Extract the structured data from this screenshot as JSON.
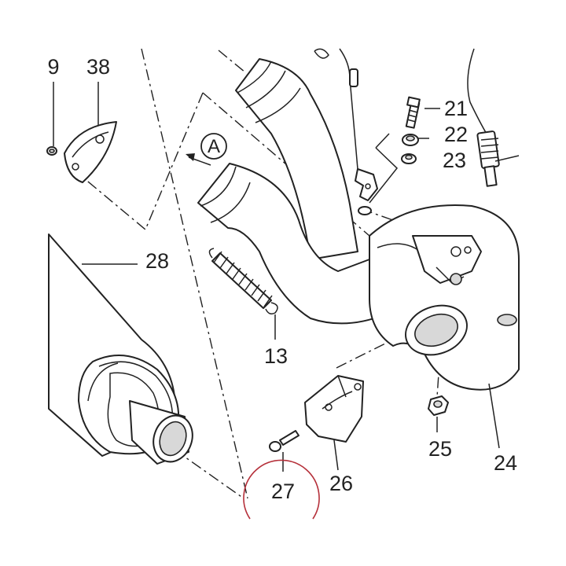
{
  "diagram": {
    "callouts": [
      {
        "id": "9",
        "text": "9"
      },
      {
        "id": "38",
        "text": "38"
      },
      {
        "id": "21",
        "text": "21"
      },
      {
        "id": "22",
        "text": "22"
      },
      {
        "id": "23",
        "text": "23"
      },
      {
        "id": "28",
        "text": "28"
      },
      {
        "id": "13",
        "text": "13"
      },
      {
        "id": "25",
        "text": "25"
      },
      {
        "id": "24",
        "text": "24"
      },
      {
        "id": "27",
        "text": "27"
      },
      {
        "id": "26",
        "text": "26"
      }
    ],
    "view_marker": {
      "text": "A"
    },
    "highlight_color": "#b5303a"
  }
}
